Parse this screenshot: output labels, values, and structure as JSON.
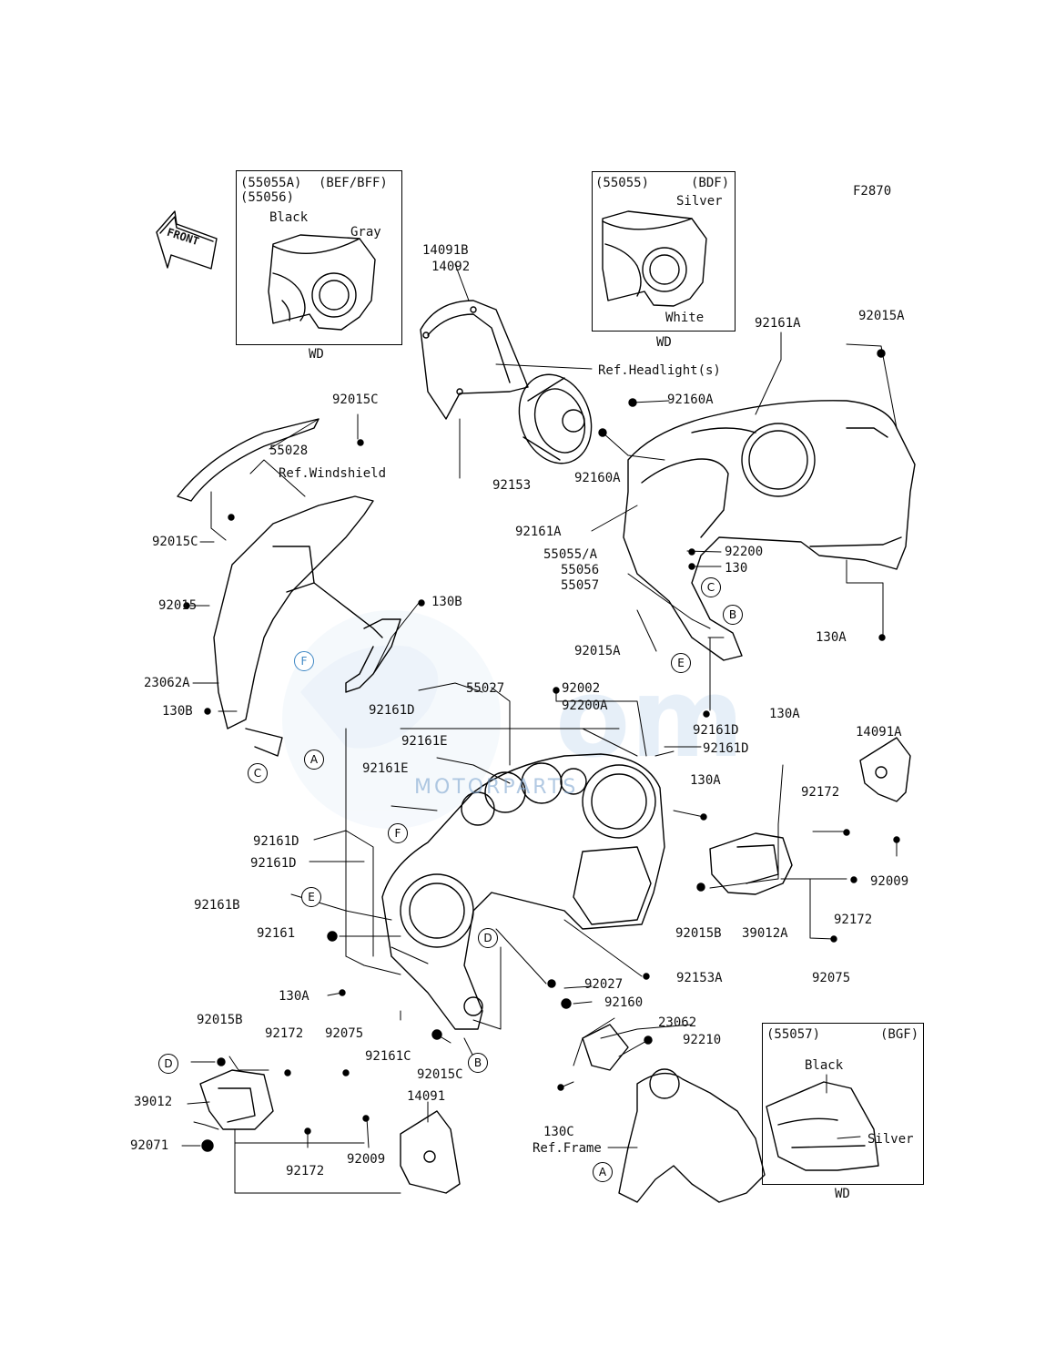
{
  "figure_code": "F2870",
  "front_label": "FRONT",
  "watermark": "MOTORPARTS",
  "insets": {
    "bef_bff": {
      "parts": "(55055A)\n(55056)",
      "models": "(BEF/BFF)",
      "color_a": "Black",
      "color_b": "Gray",
      "footer": "WD"
    },
    "bdf": {
      "parts": "(55055)",
      "models": "(BDF)",
      "color_a": "Silver",
      "color_b": "White",
      "footer": "WD"
    },
    "bgf": {
      "parts": "(55057)",
      "models": "(BGF)",
      "color_a": "Black",
      "color_b": "Silver",
      "footer": "WD"
    }
  },
  "parts": {
    "p14091B": "14091B",
    "p14092": "14092",
    "ref_headlight": "Ref.Headlight(s)",
    "p92160A_1": "92160A",
    "p92160A_2": "92160A",
    "p92153": "92153",
    "p92161A_1": "92161A",
    "p92015A_1": "92015A",
    "p92015C_1": "92015C",
    "p55028": "55028",
    "ref_windshield": "Ref.Windshield",
    "p92015C_2": "92015C",
    "p92161A_2": "92161A",
    "p55055A": "55055/A",
    "p55056": "55056",
    "p55057": "55057",
    "p92200": "92200",
    "p130": "130",
    "p130A_1": "130A",
    "p92015": "92015",
    "p130B_1": "130B",
    "p92015A_2": "92015A",
    "p23062A": "23062A",
    "p130B_2": "130B",
    "p55027": "55027",
    "p92002": "92002",
    "p92200A": "92200A",
    "p130A_2": "130A",
    "p92161D_1": "92161D",
    "p92161D_2": "92161D",
    "p92161D_3": "92161D",
    "p92161E_1": "92161E",
    "p92161E_2": "92161E",
    "p14091A": "14091A",
    "p130A_3": "130A",
    "p92172_1": "92172",
    "p92161D_4": "92161D",
    "p92161D_5": "92161D",
    "p92009_1": "92009",
    "p92172_2": "92172",
    "p92161B": "92161B",
    "p92015B_1": "92015B",
    "p39012A": "39012A",
    "p92161": "92161",
    "p92075_1": "92075",
    "p92153A": "92153A",
    "p130A_4": "130A",
    "p92027": "92027",
    "p92160": "92160",
    "p23062": "23062",
    "p92210": "92210",
    "p92015B_2": "92015B",
    "p92172_3": "92172",
    "p92075_2": "92075",
    "p92161C": "92161C",
    "p92015C_3": "92015C",
    "p39012": "39012",
    "p14091": "14091",
    "p130C": "130C",
    "ref_frame": "Ref.Frame",
    "p92071": "92071",
    "p92172_4": "92172",
    "p92009_2": "92009"
  },
  "callouts": {
    "A1": "A",
    "A2": "A",
    "B1": "B",
    "B2": "B",
    "C1": "C",
    "C2": "C",
    "D1": "D",
    "D2": "D",
    "E1": "E",
    "E2": "E",
    "F1": "F",
    "F2": "F"
  },
  "colors": {
    "line": "#000000",
    "watermark": "#3e87c4"
  }
}
